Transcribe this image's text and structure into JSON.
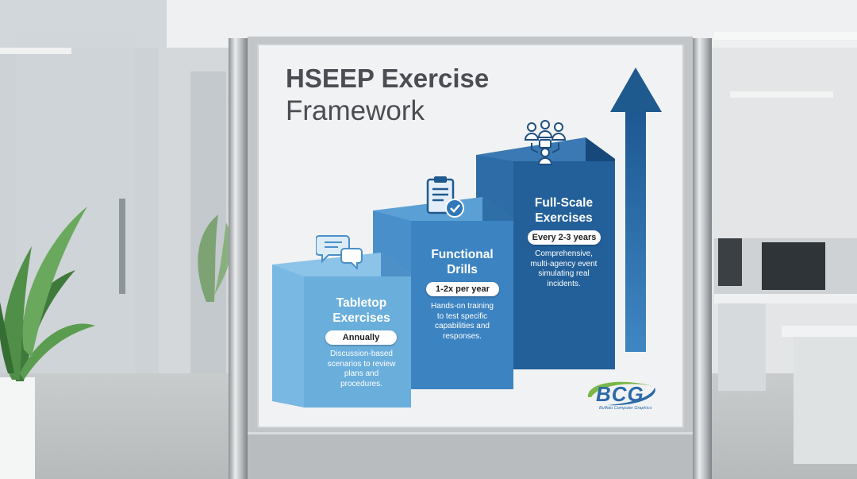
{
  "sign": {
    "title_line1": "HSEEP Exercise",
    "title_line2": "Framework",
    "steps": [
      {
        "title_line1": "Tabletop",
        "title_line2": "Exercises",
        "frequency": "Annually",
        "description_lines": [
          "Discussion-based",
          "scenarios to review",
          "plans and",
          "procedures."
        ],
        "icon": "chat-bubbles-icon"
      },
      {
        "title_line1": "Functional",
        "title_line2": "Drills",
        "frequency": "1-2x per year",
        "description_lines": [
          "Hands-on training",
          "to test specific",
          "capabilities and",
          "responses."
        ],
        "icon": "clipboard-check-icon"
      },
      {
        "title_line1": "Full-Scale",
        "title_line2": "Exercises",
        "frequency": "Every 2-3 years",
        "description_lines": [
          "Comprehensive,",
          "multi-agency event",
          "simulating real",
          "incidents."
        ],
        "icon": "team-network-icon"
      }
    ],
    "logo": {
      "text": "BCG",
      "tagline": "Buffalo Computer Graphics"
    }
  },
  "colors": {
    "step1": "#6aaedc",
    "step2": "#3f86c3",
    "step3": "#215c93",
    "arrow": "#1f5a8f",
    "logo_blue": "#2a6aa8",
    "logo_green": "#7ab648"
  }
}
